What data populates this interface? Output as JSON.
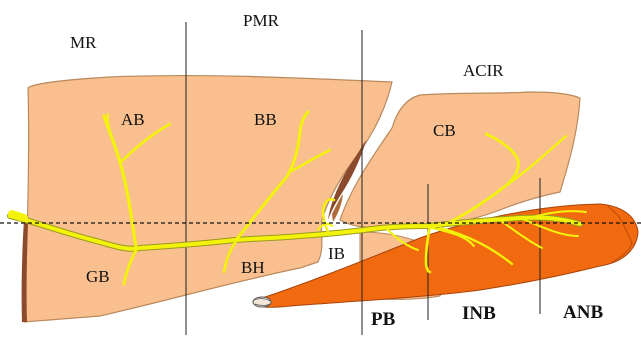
{
  "regions": {
    "mr": "MR",
    "pmr": "PMR",
    "acir": "ACIR"
  },
  "branches": {
    "ab": "AB",
    "bb": "BB",
    "cb": "CB",
    "gb": "GB",
    "bh": "BH",
    "ib": "IB"
  },
  "bottom_labels": {
    "pb": "PB",
    "inb": "INB",
    "anb": "ANB"
  },
  "colors": {
    "muscle": "#f9bf8e",
    "muscle_edge": "#7a5a3a",
    "tissue_shadow": "#8b4a2b",
    "orange_muscle": "#f26a10",
    "nerve": "#f2f20a",
    "nerve_edge": "#9a9a20",
    "divider": "#222222"
  }
}
